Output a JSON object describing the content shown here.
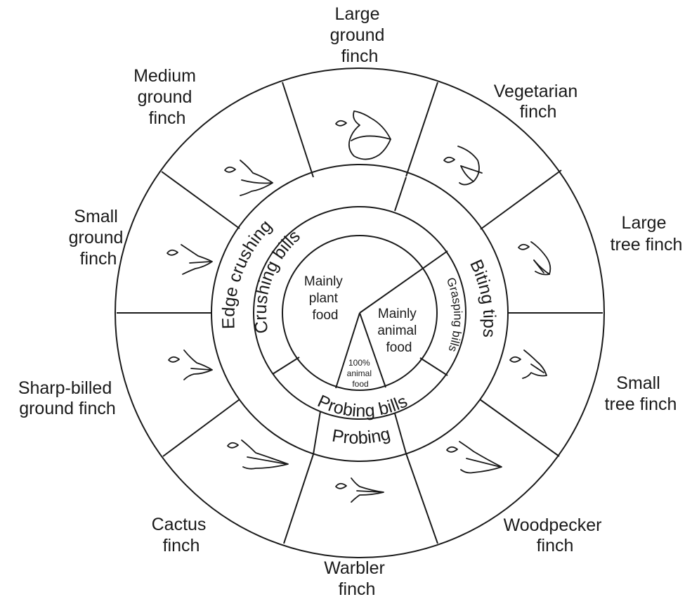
{
  "finches": [
    {
      "name_lines": [
        "Large",
        "ground",
        "finch"
      ]
    },
    {
      "name_lines": [
        "Vegetarian",
        "finch"
      ]
    },
    {
      "name_lines": [
        "Large",
        "tree finch"
      ]
    },
    {
      "name_lines": [
        "Small",
        "tree finch"
      ]
    },
    {
      "name_lines": [
        "Woodpecker",
        "finch"
      ]
    },
    {
      "name_lines": [
        "Warbler",
        "finch"
      ]
    },
    {
      "name_lines": [
        "Cactus",
        "finch"
      ]
    },
    {
      "name_lines": [
        "Sharp-billed",
        "ground finch"
      ]
    },
    {
      "name_lines": [
        "Small",
        "ground",
        "finch"
      ]
    },
    {
      "name_lines": [
        "Medium",
        "ground",
        "finch"
      ]
    }
  ],
  "bill_types": {
    "edge_crushing": "Edge crushing",
    "biting_tips": "Biting tips",
    "probing": "Probing",
    "crushing_bills": "Crushing bills",
    "grasping_bills": "Grasping bills",
    "probing_bills": "Probing bills"
  },
  "diet": {
    "plant": [
      "Mainly",
      "plant",
      "food"
    ],
    "animal": [
      "Mainly",
      "animal",
      "food"
    ],
    "full_animal": [
      "100%",
      "animal",
      "food"
    ]
  }
}
